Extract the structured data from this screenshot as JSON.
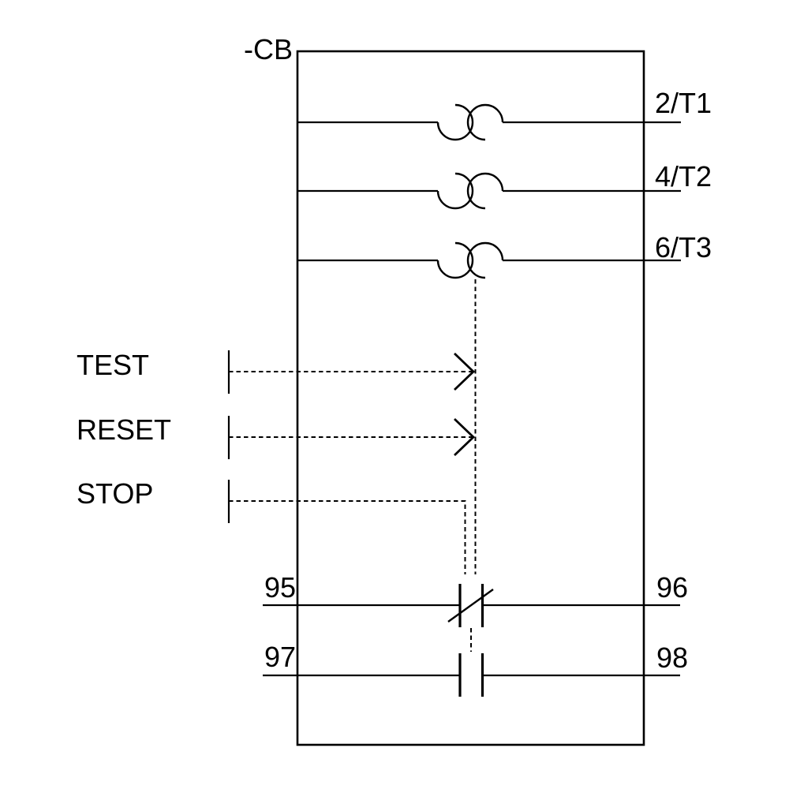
{
  "diagram": {
    "title_meaning": "Thermal overload relay schematic",
    "device_label": "-CB",
    "phases": [
      {
        "label": "2/T1"
      },
      {
        "label": "4/T2"
      },
      {
        "label": "6/T3"
      }
    ],
    "buttons": [
      {
        "label": "TEST"
      },
      {
        "label": "RESET"
      },
      {
        "label": "STOP"
      }
    ],
    "contacts": {
      "nc": {
        "left_terminal": "95",
        "right_terminal": "96"
      },
      "no": {
        "left_terminal": "97",
        "right_terminal": "98"
      }
    },
    "colors": {
      "line": "#000000",
      "background": "#ffffff"
    }
  }
}
